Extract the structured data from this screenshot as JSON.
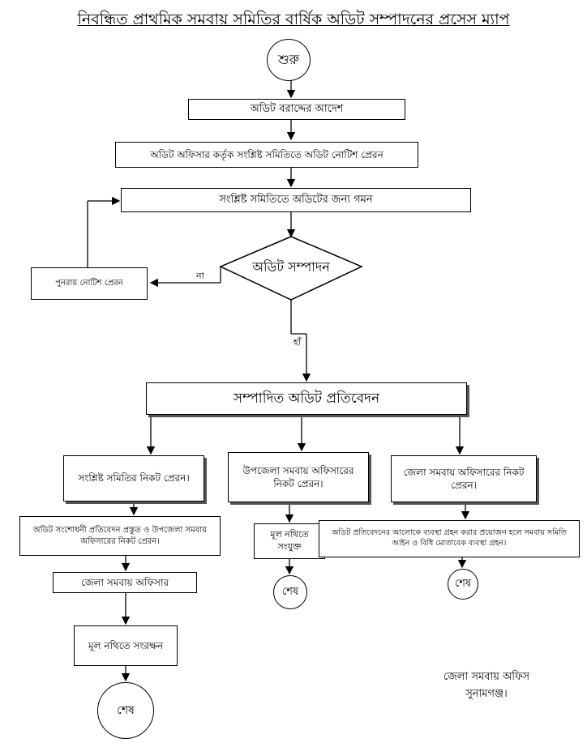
{
  "title": "নিবন্ধিত প্রাথমিক সমবায় সমিতির বার্ষিক অডিট সম্পাদনের প্রসেস ম্যাপ",
  "start": "শুরু",
  "steps": {
    "order": "অডিট বরাদ্দের আদেশ",
    "notice": "অডিট অফিসার কর্তৃক সংশ্লিষ্ট সমিতিতে অডিট নোটিশ প্রেরন",
    "visit": "সংশ্লিষ্ট সমিতিতে অডিটের জন্য গমন",
    "decision": "অডিট সম্পাদন",
    "renotice": "পুনরায় নোটিশ প্রেরন",
    "report": "সম্পাদিত অডিট প্রতিবেদন"
  },
  "edge_labels": {
    "no": "না",
    "yes": "হাঁ"
  },
  "branch_left": {
    "send": "সংশ্লিষ্ট সমিতির নিকট প্রেরন।",
    "revised": "অডিট সংশোধনী প্রতিবেদন প্রস্তুত ও উপজেলা সমবায় অফিসারের নিকট প্রেরন।",
    "district": "জেলা সমবায় অফিসার",
    "file": "মূল নথিতে সংরক্ষন",
    "end": "শেষ"
  },
  "branch_mid": {
    "send": "উপজেলা সমবায় অফিসারের নিকট প্রেরন।",
    "file": "মূল নথিতে সংযুক্ত",
    "end": "শেষ"
  },
  "branch_right": {
    "send": "জেলা সমবায় অফিসারের নিকট প্রেরন।",
    "action": "অডিট প্রতিবেদনের আলোকে ব্যবস্থা গ্রহন করার প্রয়োজন হলে সমবায় সমিতি আইন ও বিধি মোতাবেক ব্যবস্থা গ্রহন।",
    "end": "শেষ"
  },
  "office": {
    "name": "জেলা সমবায় অফিস",
    "place": "সুনামগঞ্জ।"
  }
}
